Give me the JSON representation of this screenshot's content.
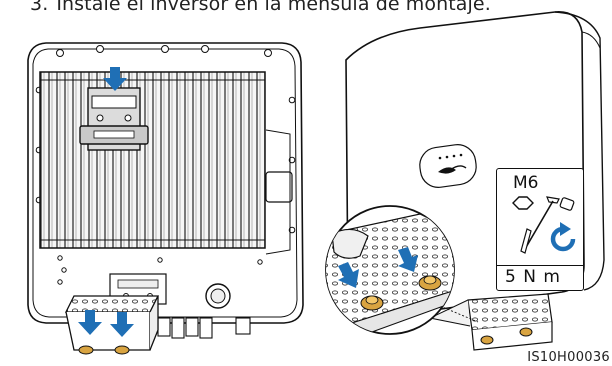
{
  "instruction": {
    "number": "3.",
    "text": "Instale el inversor en la ménsula de montaje."
  },
  "torque_spec": {
    "bolt": "M6",
    "torque": "5 N m"
  },
  "figure_id": "IS10H00036",
  "icons": [
    "hexagon-nut-icon",
    "torque-wrench-icon",
    "clockwise-rotation-icon",
    "down-arrow-icon",
    "logo-icon"
  ],
  "colors": {
    "arrow": "#1f6fb5",
    "line": "#111111",
    "screw_gold": "#d9a441"
  }
}
